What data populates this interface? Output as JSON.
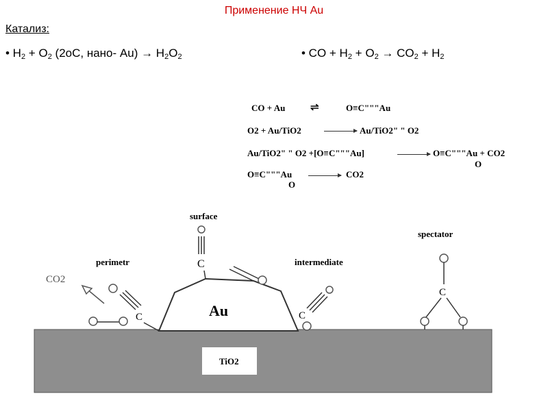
{
  "title": "Применение  НЧ Au",
  "subtitle": "Катализ:",
  "equations": {
    "eq1": {
      "parts": [
        "• H",
        "2",
        "  +  O",
        "2",
        "  (2oC, нано- Au) →  H",
        "2",
        "O",
        "2"
      ]
    },
    "eq2": {
      "parts": [
        "• CO  +  H",
        "2",
        "  +  O",
        "2",
        "  →  CO",
        "2",
        "  +  H",
        "2"
      ]
    }
  },
  "scheme": {
    "r1_left": "CO + Au",
    "r1_right": "O≡C\"\"\"Au",
    "r2_left": "O2  + Au/TiO2",
    "r2_right": "Au/TiO2\" \" O2",
    "r3_left": "Au/TiO2\" \" O2 +[O≡C\"\"\"Au]",
    "r3_right": "O≡C\"\"\"Au + CO2",
    "r3_o": "O",
    "r4_left": "O≡C\"\"\"Au",
    "r4_o": "O",
    "r4_right": "CO2"
  },
  "diagram": {
    "label_surface": "surface",
    "label_perimetr": "perimetr",
    "label_intermediate": "intermediate",
    "label_spectator": "spectator",
    "label_co2": "CO2",
    "label_au": "Au",
    "label_tio2": "TiO2",
    "atom_c": "C",
    "atom_o": "O",
    "colors": {
      "substrate": "#8e8e8e",
      "ink": "#333333"
    }
  }
}
